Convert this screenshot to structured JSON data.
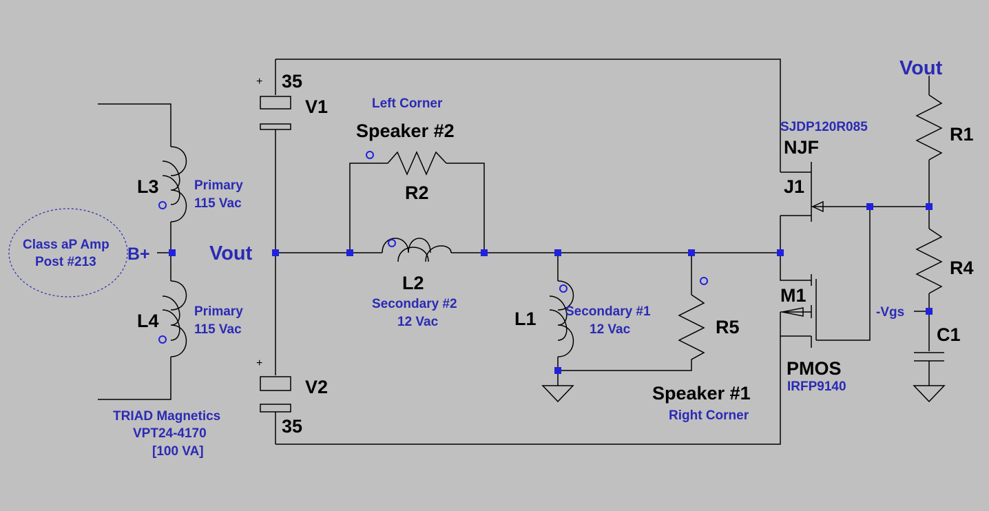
{
  "nets": {
    "vout_left": "Vout",
    "vout_right": "Vout",
    "b_plus": "B+",
    "neg_vgs": "-Vgs"
  },
  "components": {
    "V1": {
      "ref": "V1",
      "value": "35",
      "plus": "+"
    },
    "V2": {
      "ref": "V2",
      "value": "35",
      "plus": "+"
    },
    "L1": {
      "ref": "L1"
    },
    "L2": {
      "ref": "L2"
    },
    "L3": {
      "ref": "L3"
    },
    "L4": {
      "ref": "L4"
    },
    "R1": {
      "ref": "R1"
    },
    "R2": {
      "ref": "R2"
    },
    "R4": {
      "ref": "R4"
    },
    "R5": {
      "ref": "R5"
    },
    "C1": {
      "ref": "C1"
    },
    "J1": {
      "ref": "J1",
      "type": "NJF",
      "part": "SJDP120R085"
    },
    "M1": {
      "ref": "M1",
      "type": "PMOS",
      "part": "IRFP9140"
    }
  },
  "comments": {
    "amp_line1": "Class aP Amp",
    "amp_line2": "Post #213",
    "l3_line1": "Primary",
    "l3_line2": "115 Vac",
    "l4_line1": "Primary",
    "l4_line2": "115 Vac",
    "l2_line1": "Secondary #2",
    "l2_line2": "12 Vac",
    "l1_line1": "Secondary #1",
    "l1_line2": "12 Vac",
    "left_corner": "Left Corner",
    "speaker2": "Speaker #2",
    "speaker1": "Speaker #1",
    "right_corner": "Right Corner",
    "triad_line1": "TRIAD Magnetics",
    "triad_line2": "VPT24-4170",
    "triad_line3": "[100 VA]"
  },
  "colors": {
    "background": "#c0c0c0",
    "wire": "#000000",
    "junction": "#2222dd",
    "annotation": "#2a2ab5"
  }
}
